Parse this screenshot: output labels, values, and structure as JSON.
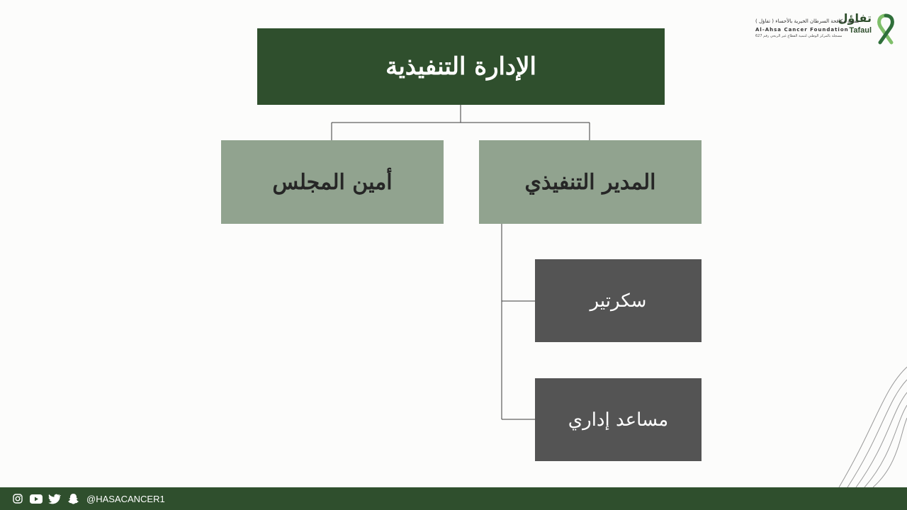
{
  "org_chart": {
    "root": "الإدارة التنفيذية",
    "level2_right": "المدير التنفيذي",
    "level2_left": "أمين المجلس",
    "sub_1": "سكرتير",
    "sub_2": "مساعد إداري"
  },
  "logo": {
    "name_ar": "تفاؤل",
    "subtitle_ar": "جمعية مكافحة السرطان الخيرية بالأحساء ( تفاؤل )",
    "name_en_full": "Al-Ahsa Cancer Foundation",
    "name_en": "Tafaul",
    "registration_ar": "مسجلة بالمركز الوطني لتنمية القطاع غير الربحي رقم 627",
    "icon": "ribbon-icon"
  },
  "footer": {
    "handle": "@HASACANCER1",
    "icons": [
      "instagram-icon",
      "youtube-icon",
      "twitter-icon",
      "snapchat-icon"
    ]
  },
  "colors": {
    "dark_green": "#2f4f2d",
    "sage_green": "#91a38f",
    "dark_gray": "#545454",
    "connector": "#3a3a3a"
  }
}
